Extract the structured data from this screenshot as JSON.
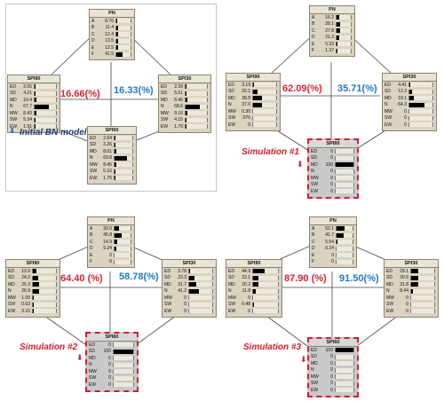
{
  "panels": [
    {
      "caption": "Initial BN model",
      "left_pct": "16.66(%)",
      "right_pct": "16.33(%)",
      "nodes": {
        "top": {
          "title": "PN",
          "rows": [
            {
              "state": "A",
              "value": "8.70",
              "p": 0.087
            },
            {
              "state": "B",
              "value": "11.4",
              "p": 0.114
            },
            {
              "state": "C",
              "value": "12.4",
              "p": 0.124
            },
            {
              "state": "D",
              "value": "13.5",
              "p": 0.135
            },
            {
              "state": "E",
              "value": "12.5",
              "p": 0.125
            },
            {
              "state": "F",
              "value": "41.5",
              "p": 0.415
            }
          ]
        },
        "left": {
          "title": "SPI90",
          "rows": [
            {
              "state": "ED",
              "value": "2.05",
              "p": 0.0205
            },
            {
              "state": "SD",
              "value": "4.21",
              "p": 0.0421
            },
            {
              "state": "MD",
              "value": "10.4",
              "p": 0.104
            },
            {
              "state": "N",
              "value": "67.7",
              "p": 0.677
            },
            {
              "state": "MW",
              "value": "8.43",
              "p": 0.0843
            },
            {
              "state": "SW",
              "value": "5.34",
              "p": 0.0534
            },
            {
              "state": "EW",
              "value": "1.91",
              "p": 0.0191
            }
          ]
        },
        "right": {
          "title": "SPI30",
          "rows": [
            {
              "state": "ED",
              "value": "2.39",
              "p": 0.0239
            },
            {
              "state": "SD",
              "value": "5.51",
              "p": 0.0551
            },
            {
              "state": "MD",
              "value": "8.46",
              "p": 0.0846
            },
            {
              "state": "N",
              "value": "68.6",
              "p": 0.686
            },
            {
              "state": "MW",
              "value": "9.16",
              "p": 0.0916
            },
            {
              "state": "SW",
              "value": "4.15",
              "p": 0.0415
            },
            {
              "state": "EW",
              "value": "1.79",
              "p": 0.0179
            }
          ]
        },
        "bottom": {
          "title": "SPI60",
          "rows": [
            {
              "state": "ED",
              "value": "2.64",
              "p": 0.0264
            },
            {
              "state": "SD",
              "value": "3.26",
              "p": 0.0326
            },
            {
              "state": "MD",
              "value": "8.01",
              "p": 0.0801
            },
            {
              "state": "N",
              "value": "69.8",
              "p": 0.698
            },
            {
              "state": "MW",
              "value": "8.45",
              "p": 0.0845
            },
            {
              "state": "SW",
              "value": "5.16",
              "p": 0.0516
            },
            {
              "state": "EW",
              "value": "1.75",
              "p": 0.0175
            }
          ]
        }
      }
    },
    {
      "caption": "Simulation #1",
      "left_pct": "62.09(%)",
      "right_pct": "35.71(%)",
      "nodes": {
        "top": {
          "title": "PN",
          "rows": [
            {
              "state": "A",
              "value": "16.2",
              "p": 0.162
            },
            {
              "state": "B",
              "value": "28.1",
              "p": 0.281
            },
            {
              "state": "C",
              "value": "27.8",
              "p": 0.278
            },
            {
              "state": "D",
              "value": "21.2",
              "p": 0.212
            },
            {
              "state": "E",
              "value": "5.33",
              "p": 0.0533
            },
            {
              "state": "F",
              "value": "1.37",
              "p": 0.0137
            }
          ]
        },
        "left": {
          "title": "SPI90",
          "rows": [
            {
              "state": "ED",
              "value": "3.19",
              "p": 0.0319
            },
            {
              "state": "SD",
              "value": "20.1",
              "p": 0.201
            },
            {
              "state": "MD",
              "value": "38.8",
              "p": 0.388
            },
            {
              "state": "N",
              "value": "37.6",
              "p": 0.376
            },
            {
              "state": "MW",
              "value": "0.30",
              "p": 0.003
            },
            {
              "state": "SW",
              "value": ".076",
              "p": 0.0008
            },
            {
              "state": "EW",
              "value": "0",
              "p": 0
            }
          ]
        },
        "right": {
          "title": "SPI30",
          "rows": [
            {
              "state": "ED",
              "value": "4.41",
              "p": 0.0441
            },
            {
              "state": "SD",
              "value": "12.2",
              "p": 0.122
            },
            {
              "state": "MD",
              "value": "19.1",
              "p": 0.191
            },
            {
              "state": "N",
              "value": "64.3",
              "p": 0.643
            },
            {
              "state": "MW",
              "value": "0",
              "p": 0
            },
            {
              "state": "SW",
              "value": "0",
              "p": 0
            },
            {
              "state": "EW",
              "value": "0",
              "p": 0
            }
          ]
        },
        "bottom": {
          "title": "SPI60",
          "rows": [
            {
              "state": "ED",
              "value": "0",
              "p": 0
            },
            {
              "state": "SD",
              "value": "0",
              "p": 0
            },
            {
              "state": "MD",
              "value": "100",
              "p": 1
            },
            {
              "state": "N",
              "value": "0",
              "p": 0
            },
            {
              "state": "MW",
              "value": "0",
              "p": 0
            },
            {
              "state": "SW",
              "value": "0",
              "p": 0
            },
            {
              "state": "EW",
              "value": "0",
              "p": 0
            }
          ]
        }
      }
    },
    {
      "caption": "Simulation #2",
      "left_pct": "64.40 (%)",
      "right_pct": "58.78(%)",
      "nodes": {
        "top": {
          "title": "PN",
          "rows": [
            {
              "state": "A",
              "value": "30.0",
              "p": 0.3
            },
            {
              "state": "B",
              "value": "45.8",
              "p": 0.458
            },
            {
              "state": "C",
              "value": "14.9",
              "p": 0.149
            },
            {
              "state": "D",
              "value": "9.24",
              "p": 0.0924
            },
            {
              "state": "E",
              "value": "0",
              "p": 0
            },
            {
              "state": "F",
              "value": "0",
              "p": 0
            }
          ]
        },
        "left": {
          "title": "SPI90",
          "rows": [
            {
              "state": "ED",
              "value": "13.9",
              "p": 0.139
            },
            {
              "state": "SD",
              "value": "24.2",
              "p": 0.242
            },
            {
              "state": "MD",
              "value": "25.3",
              "p": 0.253
            },
            {
              "state": "N",
              "value": "26.9",
              "p": 0.269
            },
            {
              "state": "MW",
              "value": "1.05",
              "p": 0.0105
            },
            {
              "state": "SW",
              "value": "0.63",
              "p": 0.0063
            },
            {
              "state": "EW",
              "value": "3.15",
              "p": 0.0315
            }
          ]
        },
        "right": {
          "title": "SPI30",
          "rows": [
            {
              "state": "ED",
              "value": "3.78",
              "p": 0.0378
            },
            {
              "state": "SD",
              "value": "23.3",
              "p": 0.233
            },
            {
              "state": "MD",
              "value": "31.7",
              "p": 0.317
            },
            {
              "state": "N",
              "value": "41.2",
              "p": 0.412
            },
            {
              "state": "MW",
              "value": "0",
              "p": 0
            },
            {
              "state": "SW",
              "value": "0",
              "p": 0
            },
            {
              "state": "EW",
              "value": "0",
              "p": 0
            }
          ]
        },
        "bottom": {
          "title": "SPI60",
          "rows": [
            {
              "state": "ED",
              "value": "0",
              "p": 0
            },
            {
              "state": "SD",
              "value": "100",
              "p": 1
            },
            {
              "state": "MD",
              "value": "0",
              "p": 0
            },
            {
              "state": "N",
              "value": "0",
              "p": 0
            },
            {
              "state": "MW",
              "value": "0",
              "p": 0
            },
            {
              "state": "SW",
              "value": "0",
              "p": 0
            },
            {
              "state": "EW",
              "value": "0",
              "p": 0
            }
          ]
        }
      }
    },
    {
      "caption": "Simulation #3",
      "left_pct": "87.90 (%)",
      "right_pct": "91.50(%)",
      "nodes": {
        "top": {
          "title": "PN",
          "rows": [
            {
              "state": "A",
              "value": "52.1",
              "p": 0.521
            },
            {
              "state": "B",
              "value": "41.7",
              "p": 0.417
            },
            {
              "state": "C",
              "value": "5.54",
              "p": 0.0554
            },
            {
              "state": "D",
              "value": "0.24",
              "p": 0.0024
            },
            {
              "state": "E",
              "value": "0",
              "p": 0
            },
            {
              "state": "F",
              "value": "0",
              "p": 0
            }
          ]
        },
        "left": {
          "title": "SPI90",
          "rows": [
            {
              "state": "ED",
              "value": "44.9",
              "p": 0.449
            },
            {
              "state": "SD",
              "value": "23.1",
              "p": 0.231
            },
            {
              "state": "MD",
              "value": "20.2",
              "p": 0.202
            },
            {
              "state": "N",
              "value": "11.8",
              "p": 0.118
            },
            {
              "state": "MW",
              "value": "0",
              "p": 0
            },
            {
              "state": "SW",
              "value": "0.48",
              "p": 0.0048
            },
            {
              "state": "EW",
              "value": "0",
              "p": 0
            }
          ]
        },
        "right": {
          "title": "SPI30",
          "rows": [
            {
              "state": "ED",
              "value": "29.1",
              "p": 0.291
            },
            {
              "state": "SD",
              "value": "30.6",
              "p": 0.306
            },
            {
              "state": "MD",
              "value": "31.8",
              "p": 0.318
            },
            {
              "state": "N",
              "value": "8.44",
              "p": 0.0844
            },
            {
              "state": "MW",
              "value": "0",
              "p": 0
            },
            {
              "state": "SW",
              "value": "0",
              "p": 0
            },
            {
              "state": "EW",
              "value": "0",
              "p": 0
            }
          ]
        },
        "bottom": {
          "title": "SPI60",
          "rows": [
            {
              "state": "ED",
              "value": "100",
              "p": 1
            },
            {
              "state": "SD",
              "value": "0",
              "p": 0
            },
            {
              "state": "MD",
              "value": "0",
              "p": 0
            },
            {
              "state": "N",
              "value": "0",
              "p": 0
            },
            {
              "state": "MW",
              "value": "0",
              "p": 0
            },
            {
              "state": "SW",
              "value": "0",
              "p": 0
            },
            {
              "state": "EW",
              "value": "0",
              "p": 0
            }
          ]
        }
      }
    }
  ]
}
